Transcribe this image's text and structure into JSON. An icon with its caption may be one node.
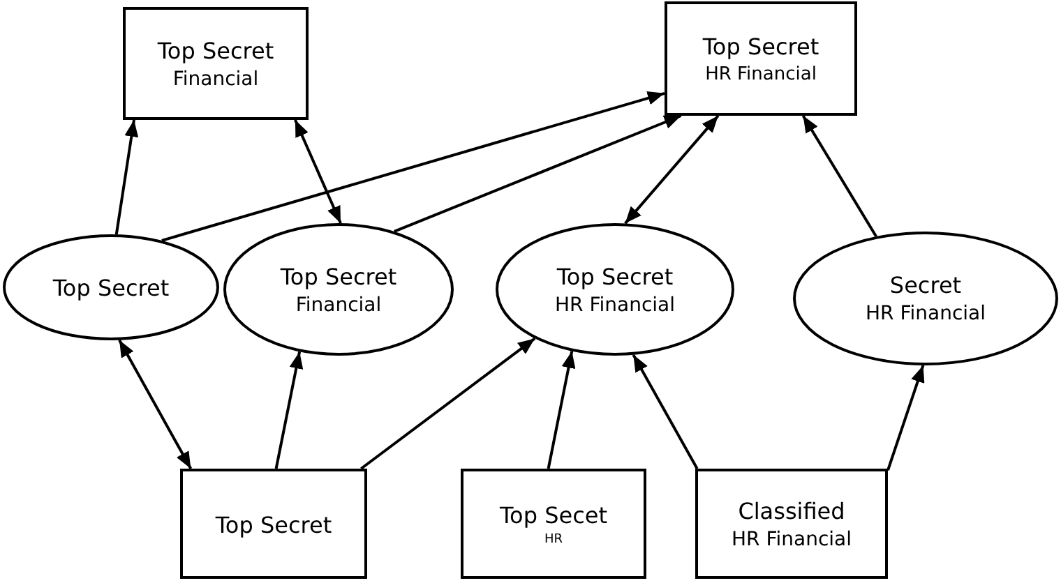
{
  "diagram": {
    "nodes": [
      {
        "text": [
          "Top Secret",
          "Financial"
        ]
      },
      {
        "text": [
          "Top Secret",
          "HR Financial"
        ]
      },
      {
        "text": [
          "Top Secret"
        ]
      },
      {
        "text": [
          "Top Secret",
          "Financial"
        ]
      },
      {
        "text": [
          "Top Secret",
          "HR Financial"
        ]
      },
      {
        "text": [
          "Secret",
          "HR Financial"
        ]
      },
      {
        "text": [
          "Top Secret"
        ]
      },
      {
        "text": [
          "Top Secet",
          "HR"
        ]
      },
      {
        "text": [
          "Classified",
          "HR Financial"
        ]
      }
    ],
    "edges": [
      {
        "from": 2,
        "to": 0,
        "arrow": "to"
      },
      {
        "from": 0,
        "to": 3,
        "arrow": "both"
      },
      {
        "from": 2,
        "to": 1,
        "arrow": "to"
      },
      {
        "from": 3,
        "to": 1,
        "arrow": "to"
      },
      {
        "from": 1,
        "to": 4,
        "arrow": "both"
      },
      {
        "from": 5,
        "to": 1,
        "arrow": "to"
      },
      {
        "from": 2,
        "to": 6,
        "arrow": "both"
      },
      {
        "from": 6,
        "to": 3,
        "arrow": "to"
      },
      {
        "from": 6,
        "to": 4,
        "arrow": "to"
      },
      {
        "from": 7,
        "to": 4,
        "arrow": "to"
      },
      {
        "from": 8,
        "to": 4,
        "arrow": "to"
      },
      {
        "from": 8,
        "to": 5,
        "arrow": "to"
      }
    ]
  }
}
